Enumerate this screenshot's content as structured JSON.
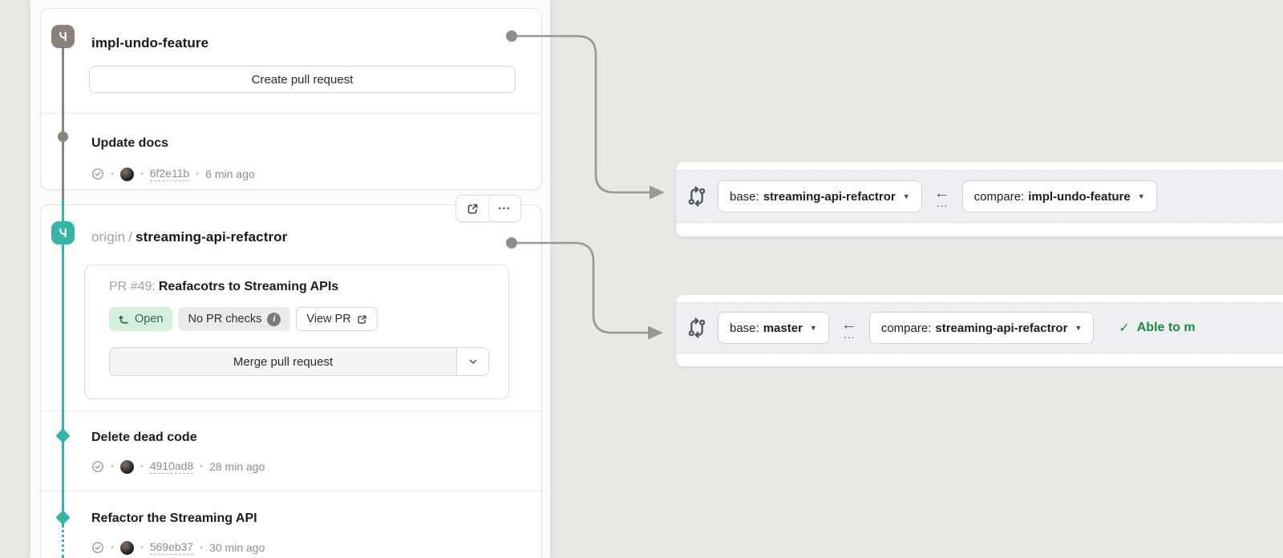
{
  "glyphs": {
    "dot": "•",
    "left_arrow": "←",
    "ellipsis": "…",
    "more": "•••",
    "caret": "▼",
    "info": "i",
    "check": "✓"
  },
  "colors": {
    "background": "#e9e8e5",
    "accent_teal": "#35b4a8",
    "branch_gray": "#8a817a",
    "open_badge_bg": "#d5efdd",
    "open_badge_text": "#2f6a4c",
    "merge_status_green": "#1a8c40"
  },
  "local_branch": {
    "title": "impl-undo-feature",
    "create_pr_label": "Create pull request",
    "commit": {
      "title": "Update docs",
      "sha": "6f2e11b",
      "time": "6 min ago"
    }
  },
  "remote_branch": {
    "remote": "origin",
    "separator": "/",
    "title": "streaming-api-refactror",
    "pr": {
      "number_label": "PR #49:",
      "title": "Reafacotrs to Streaming APIs",
      "status_label": "Open",
      "checks_label": "No PR checks",
      "view_label": "View PR",
      "merge_label": "Merge pull request"
    },
    "commits": [
      {
        "title": "Delete dead code",
        "sha": "4910ad8",
        "time": "28 min ago"
      },
      {
        "title": "Refactor the Streaming API",
        "sha": "569eb37",
        "time": "30 min ago"
      }
    ]
  },
  "compare_bars": [
    {
      "base_prefix": "base:",
      "base_branch": "streaming-api-refactror",
      "compare_prefix": "compare:",
      "compare_branch": "impl-undo-feature"
    },
    {
      "base_prefix": "base:",
      "base_branch": "master",
      "compare_prefix": "compare:",
      "compare_branch": "streaming-api-refactror",
      "merge_status": "Able to m"
    }
  ]
}
